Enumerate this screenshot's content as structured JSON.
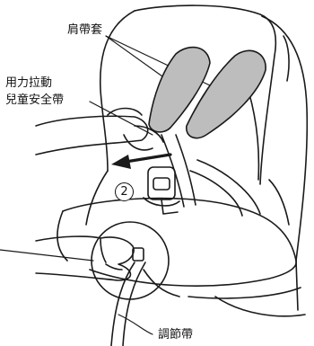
{
  "labels": {
    "shoulder_pads": "肩帶套",
    "pull_line1": "用力拉動",
    "pull_line2": "兒童安全帶",
    "adjuster_strap": "調節帶"
  },
  "step_marker": "2",
  "colors": {
    "line": "#1a1a1a",
    "pad_fill": "#bdbdbd",
    "background": "#ffffff"
  }
}
